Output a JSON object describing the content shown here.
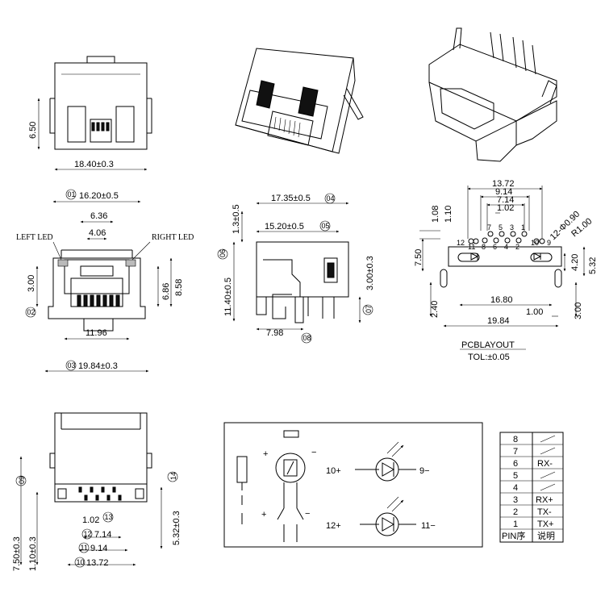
{
  "front_view": {
    "height_top": "6.50",
    "width_bottom": "18.40±0.3"
  },
  "led_view": {
    "c01_num": "01",
    "c01_value": "16.20±0.5",
    "d636": "6.36",
    "d406": "4.06",
    "left_led": "LEFT LED",
    "right_led": "RIGHT LED",
    "d300": "3.00",
    "d686": "6.86",
    "d858": "8.58",
    "c02_num": "02",
    "d1196": "11.96",
    "c03_num": "03",
    "c03_value": "19.84±0.3"
  },
  "side_view": {
    "d13": "1.3±0.5",
    "c04_value": "17.35±0.5",
    "c04_num": "04",
    "c05_value": "15.20±0.5",
    "c05_num": "05",
    "c06_num": "06",
    "d1140": "11.40±0.5",
    "d300": "3.00±0.3",
    "c07_num": "07",
    "d798": "7.98",
    "c08_num": "08"
  },
  "pcb": {
    "d1372": "13.72",
    "d914": "9.14",
    "d714": "7.14",
    "d102": "1.02",
    "d108": "1.08",
    "d110": "1.10",
    "d750": "7.50",
    "hole_label": "12-Φ0.90",
    "radius": "R1.00",
    "d420": "4.20",
    "d532": "5.32",
    "d240": "2.40",
    "d1680": "16.80",
    "d100": "1.00",
    "d300": "3.00",
    "d1984": "19.84",
    "pin_top": [
      "7",
      "5",
      "3",
      "1"
    ],
    "pin_bottom": [
      "12",
      "11",
      "8",
      "6",
      "4",
      "2",
      "10",
      "9"
    ],
    "title": "PCBLAYOUT",
    "tolerance": "TOL:±0.05"
  },
  "bottom_view": {
    "c09_num": "09",
    "c14_num": "14",
    "d750": "7.50±0.3",
    "d110": "1.10±0.3",
    "d532": "5.32±0.3",
    "d102": "1.02",
    "c13_num": "13",
    "c12_num": "12",
    "c12_value": "7.14",
    "c11_num": "11",
    "c11_value": "9.14",
    "c10_num": "10",
    "c10_value": "13.72"
  },
  "schematic": {
    "pin10": "10+",
    "pin9": "9−",
    "pin12": "12+",
    "pin11": "11−",
    "plus": "+",
    "minus": "−"
  },
  "pin_table": {
    "rows": [
      {
        "pin": "8",
        "desc": "—"
      },
      {
        "pin": "7",
        "desc": "—"
      },
      {
        "pin": "6",
        "desc": "RX-"
      },
      {
        "pin": "5",
        "desc": "—"
      },
      {
        "pin": "4",
        "desc": "—"
      },
      {
        "pin": "3",
        "desc": "RX+"
      },
      {
        "pin": "2",
        "desc": "TX-"
      },
      {
        "pin": "1",
        "desc": "TX+"
      }
    ],
    "header_pin": "PIN序",
    "header_desc": "说明"
  }
}
